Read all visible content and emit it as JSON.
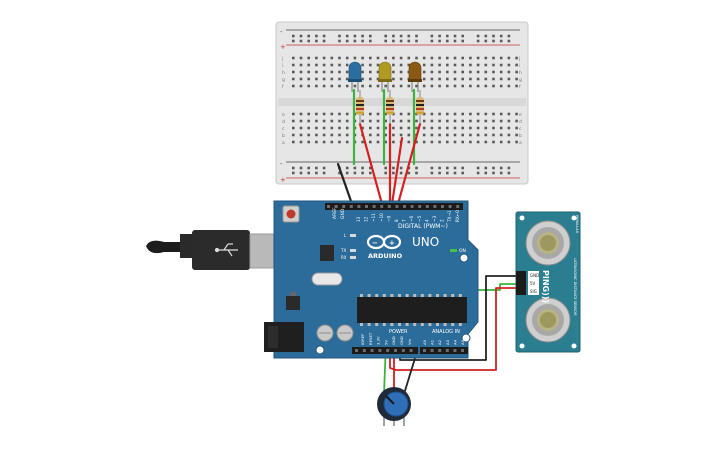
{
  "arduino": {
    "brand": "ARDUINO",
    "model": "UNO",
    "digital_header": "DIGITAL (PWM~)",
    "power_header": "POWER",
    "analog_header": "ANALOG IN",
    "on_label": "ON",
    "aref": "AREF",
    "gnd": "GND",
    "tx": "TX",
    "rx": "RX",
    "led_l": "L",
    "digital_pins": [
      "13",
      "12",
      "~11",
      "~10",
      "~9",
      "8",
      "7",
      "~6",
      "~5",
      "4",
      "~3",
      "2",
      "TX→1",
      "RX←0"
    ],
    "power_pins": [
      "IOREF",
      "RESET",
      "3.3V",
      "5V",
      "GND",
      "GND",
      "Vin"
    ],
    "analog_pins": [
      "A0",
      "A1",
      "A2",
      "A3",
      "A4",
      "A5"
    ]
  },
  "sensor": {
    "name": "PING)))",
    "pins": [
      "GND",
      "5V",
      "SIG"
    ],
    "side_text": "ULTRASONIC DISTANCE SENSOR",
    "top_text": "PARALLAX"
  },
  "breadboard": {
    "rail_plus": "+",
    "rail_minus": "-",
    "row_letters": [
      "a",
      "b",
      "c",
      "d",
      "e",
      "f",
      "g",
      "h",
      "i",
      "j"
    ]
  },
  "leds": [
    {
      "color": "#2a6fa0",
      "name": "blue"
    },
    {
      "color": "#b09a22",
      "name": "yellow"
    },
    {
      "color": "#8a5a14",
      "name": "orange"
    }
  ],
  "colors": {
    "board": "#2c6c9b",
    "board_dark": "#21557c",
    "wire_green": "#3cb43c",
    "wire_red": "#d42020",
    "wire_black": "#222222",
    "sensor_board": "#2a7e8f"
  }
}
